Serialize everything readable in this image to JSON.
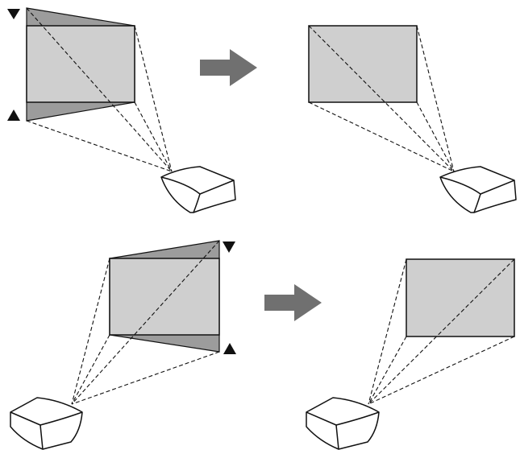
{
  "colors": {
    "screen_fill": "#cfcfcf",
    "keystone_fill": "#9c9c9c",
    "outline": "#111111",
    "arrow": "#707070",
    "background": "#ffffff"
  },
  "panels": [
    {
      "id": "top-left",
      "state": "before",
      "distortion": "keystone-left"
    },
    {
      "id": "top-right",
      "state": "after",
      "distortion": "corrected"
    },
    {
      "id": "bottom-left",
      "state": "before",
      "distortion": "keystone-right"
    },
    {
      "id": "bottom-right",
      "state": "after",
      "distortion": "corrected"
    }
  ],
  "arrows": [
    {
      "id": "top-arrow",
      "direction": "right",
      "meaning": "correction"
    },
    {
      "id": "bottom-arrow",
      "direction": "right",
      "meaning": "correction"
    }
  ],
  "markers": [
    {
      "id": "top-left-upper-marker",
      "glyph": "down-triangle"
    },
    {
      "id": "top-left-lower-marker",
      "glyph": "up-triangle"
    },
    {
      "id": "bottom-left-upper-marker",
      "glyph": "down-triangle"
    },
    {
      "id": "bottom-left-lower-marker",
      "glyph": "up-triangle"
    }
  ],
  "icons": [
    "projector-icon",
    "projection-screen",
    "arrow-right-icon",
    "triangle-marker-icon"
  ]
}
